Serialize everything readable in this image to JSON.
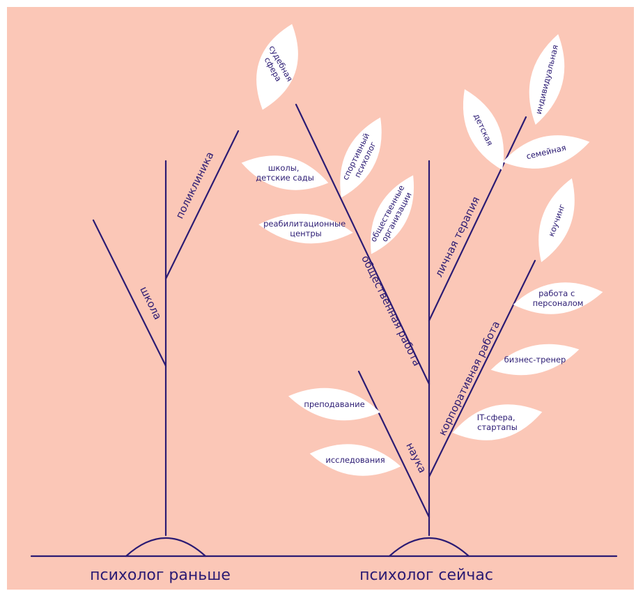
{
  "colors": {
    "background": "#fbc7b7",
    "line": "#2b1b73",
    "leaf": "#ffffff",
    "frame": "#ffffff"
  },
  "captions": {
    "before": "психолог раньше",
    "now": "психолог сейчас"
  },
  "before_tree": {
    "branches": {
      "school": "школа",
      "clinic": "поликлиника"
    }
  },
  "now_tree": {
    "branches": {
      "social_work": "общественная работа",
      "personal_therapy": "личная терапия",
      "corporate_work": "корпоративная работа",
      "science": "наука"
    },
    "leaves": {
      "forensic": [
        "судебная",
        "сфера"
      ],
      "schools": [
        "школы,",
        "детские сады"
      ],
      "sports": [
        "спортивный",
        "психолог"
      ],
      "rehab": [
        "реабилитационные",
        "центры"
      ],
      "ngo": [
        "общественные",
        "организации"
      ],
      "children": [
        "детская"
      ],
      "individual": [
        "индивидуальная"
      ],
      "family": [
        "семейная"
      ],
      "coaching": [
        "коучинг"
      ],
      "hr": [
        "работа с",
        "персоналом"
      ],
      "trainer": [
        "бизнес-тренер"
      ],
      "it": [
        "IT-сфера,",
        "стартапы"
      ],
      "teaching": [
        "преподавание"
      ],
      "research": [
        "исследования"
      ]
    }
  }
}
